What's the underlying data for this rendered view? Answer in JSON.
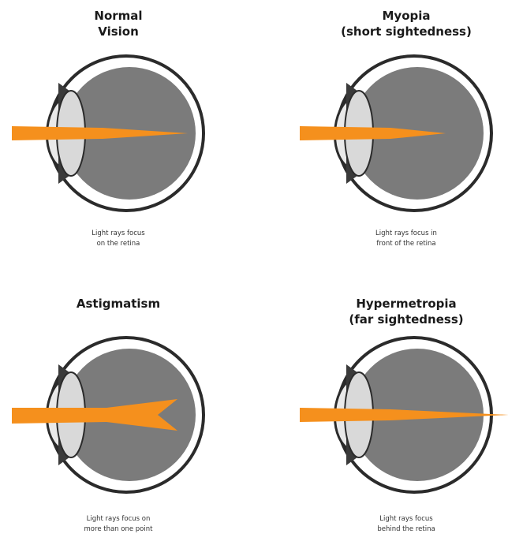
{
  "colors": {
    "ray": "#f5901d",
    "eyeball": "#7b7b7b",
    "lens": "#d9d9d9",
    "cornea": "#e9e9e9",
    "outline": "#2b2b2b",
    "iris": "#3a3a3a"
  },
  "panels": [
    {
      "id": "normal",
      "title_lines": [
        "Normal",
        "Vision"
      ],
      "caption_lines": [
        "Light rays focus",
        "on the retina"
      ],
      "ray_shape": "converge-on-retina"
    },
    {
      "id": "myopia",
      "title_lines": [
        "Myopia",
        "(short sightedness)"
      ],
      "caption_lines": [
        "Light rays focus in",
        "front of the retina"
      ],
      "ray_shape": "converge-before-retina"
    },
    {
      "id": "astigmatism",
      "title_lines": [
        "Astigmatism"
      ],
      "caption_lines": [
        "Light rays focus on",
        "more than one point"
      ],
      "ray_shape": "split-focus"
    },
    {
      "id": "hypermetropia",
      "title_lines": [
        "Hypermetropia",
        "(far sightedness)"
      ],
      "caption_lines": [
        "Light rays focus",
        "behind the retina"
      ],
      "ray_shape": "converge-behind-retina"
    }
  ]
}
